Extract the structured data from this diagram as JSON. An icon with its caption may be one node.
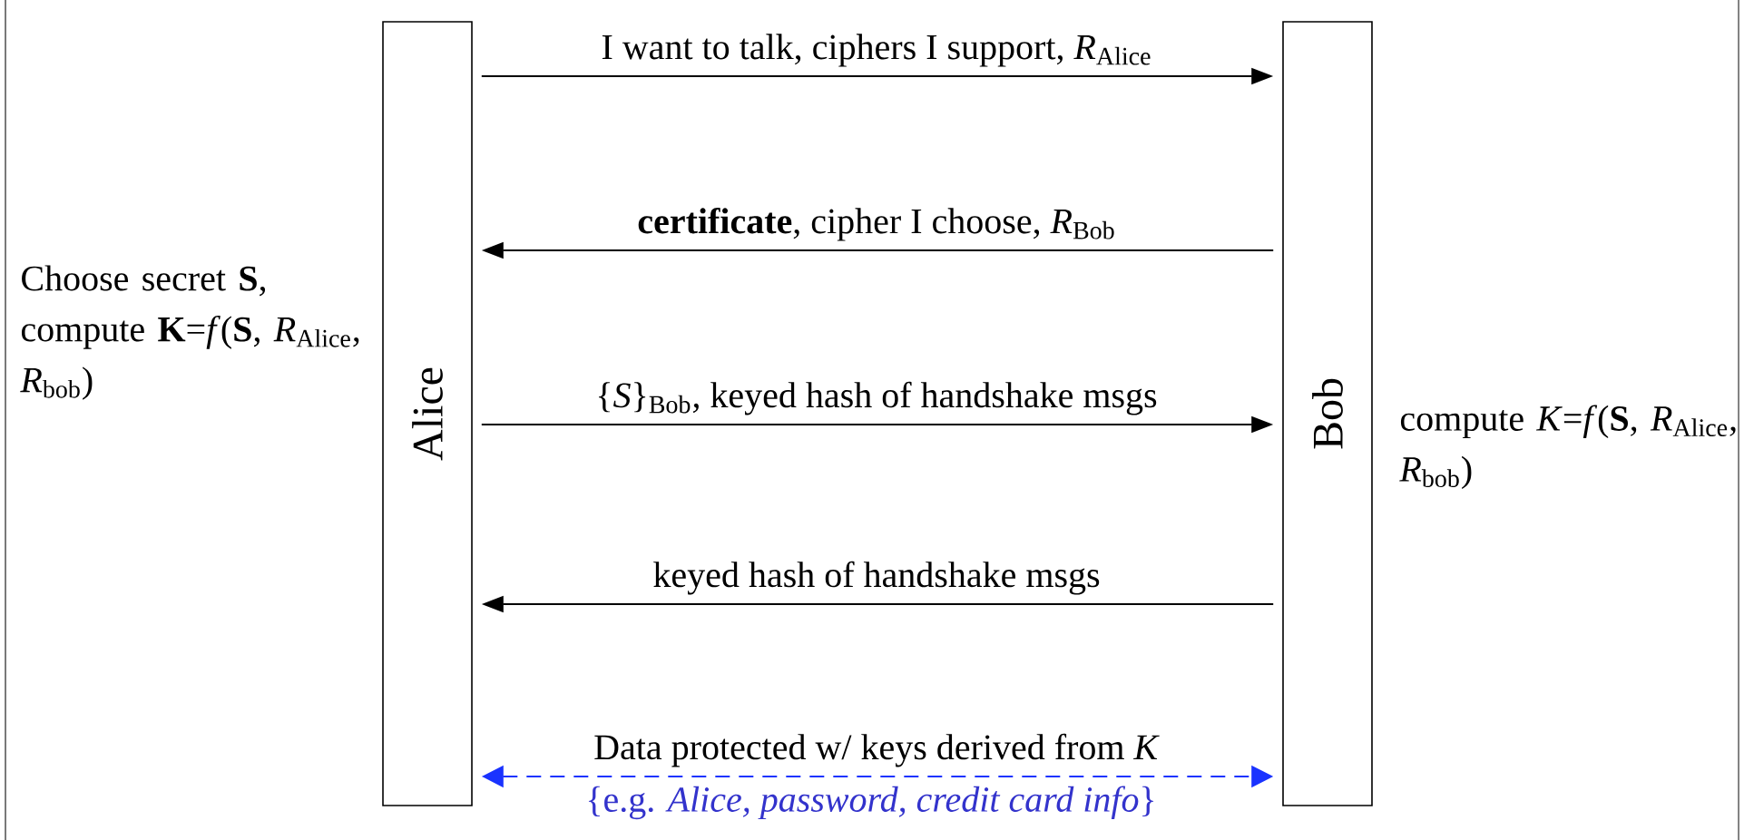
{
  "diagram": {
    "nodes": [
      {
        "text": [
          "Alice"
        ]
      },
      {
        "text": [
          "Bob"
        ]
      }
    ],
    "edges": [
      {
        "from": 0,
        "to": 1,
        "arrow": "to",
        "label": "I want to talk, ciphers I support, *R*$_{Alice}$"
      },
      {
        "from": 1,
        "to": 0,
        "arrow": "to",
        "label": "**certificate**, cipher I choose, *R*$_{Bob}$"
      },
      {
        "from": 0,
        "to": 1,
        "arrow": "to",
        "label": "{*S*}$_{Bob}$, keyed hash of handshake msgs"
      },
      {
        "from": 1,
        "to": 0,
        "arrow": "to",
        "label": "keyed hash of handshake msgs"
      },
      {
        "from": 0,
        "to": 1,
        "arrow": "both",
        "style": "dashed",
        "color": "#1a33ff",
        "label": "Data protected w/ keys derived from *K*"
      }
    ],
    "labels": [
      "Choose secret **S**, compute **K**=*f*(**S**, *R*$_{Alice}$, *R*$_{bob}$)",
      "compute *K*=*f*(**S**, *R*$_{Alice}$, *R*$_{bob}$)",
      "{e.g. *Alice, password, credit card info*}"
    ]
  }
}
